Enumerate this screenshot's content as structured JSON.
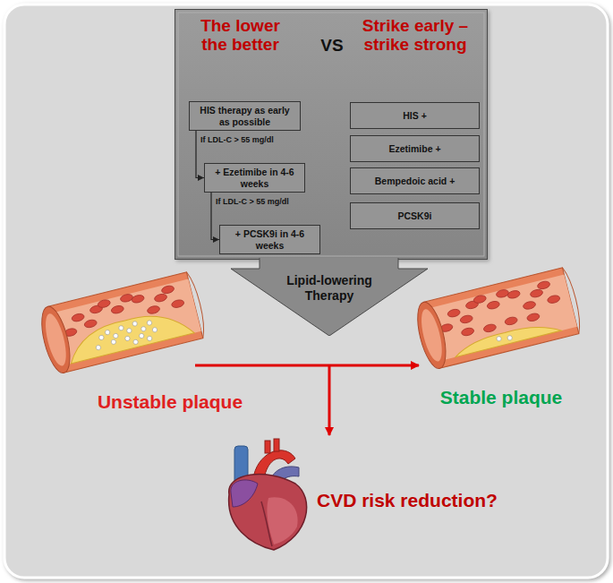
{
  "diagram": {
    "nodes": [
      {
        "text": [
          "The lower the better",
          "VS",
          "Strike early – strike strong"
        ]
      },
      {
        "text": [
          "HIS therapy as early as possible"
        ],
        "in": 0
      },
      {
        "text": [
          "+ Ezetimibe in 4-6 weeks"
        ],
        "in": 0
      },
      {
        "text": [
          "+ PCSK9i in 4-6 weeks"
        ],
        "in": 0
      },
      {
        "text": [
          "HIS +"
        ],
        "in": 0
      },
      {
        "text": [
          "Ezetimibe +"
        ],
        "in": 0
      },
      {
        "text": [
          "Bempedoic acid +"
        ],
        "in": 0
      },
      {
        "text": [
          "PCSK9i"
        ],
        "in": 0
      },
      {
        "text": [
          "Lipid-lowering Therapy"
        ]
      }
    ],
    "edges": [
      {
        "from": 1,
        "to": 2,
        "arrow": "to",
        "label": "If LDL-C > 55 mg/dl"
      },
      {
        "from": 2,
        "to": 3,
        "arrow": "to",
        "label": "If LDL-C > 55 mg/dl"
      }
    ],
    "labels": [
      "Unstable plaque",
      "Stable plaque",
      "CVD risk reduction?"
    ]
  }
}
